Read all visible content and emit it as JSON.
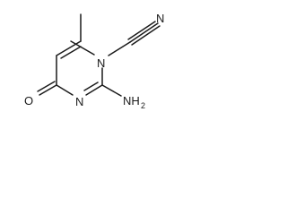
{
  "molecule": {
    "atoms": {
      "n_ring_top": "N",
      "n_ring_bottom": "N",
      "n_nitrile": "N",
      "o_carbonyl": "O",
      "amino_n": "NH",
      "amino_subscript": "2"
    },
    "colors": {
      "bond": "#1a1a1a",
      "label": "#1a1a1a",
      "background": "#ffffff"
    }
  }
}
